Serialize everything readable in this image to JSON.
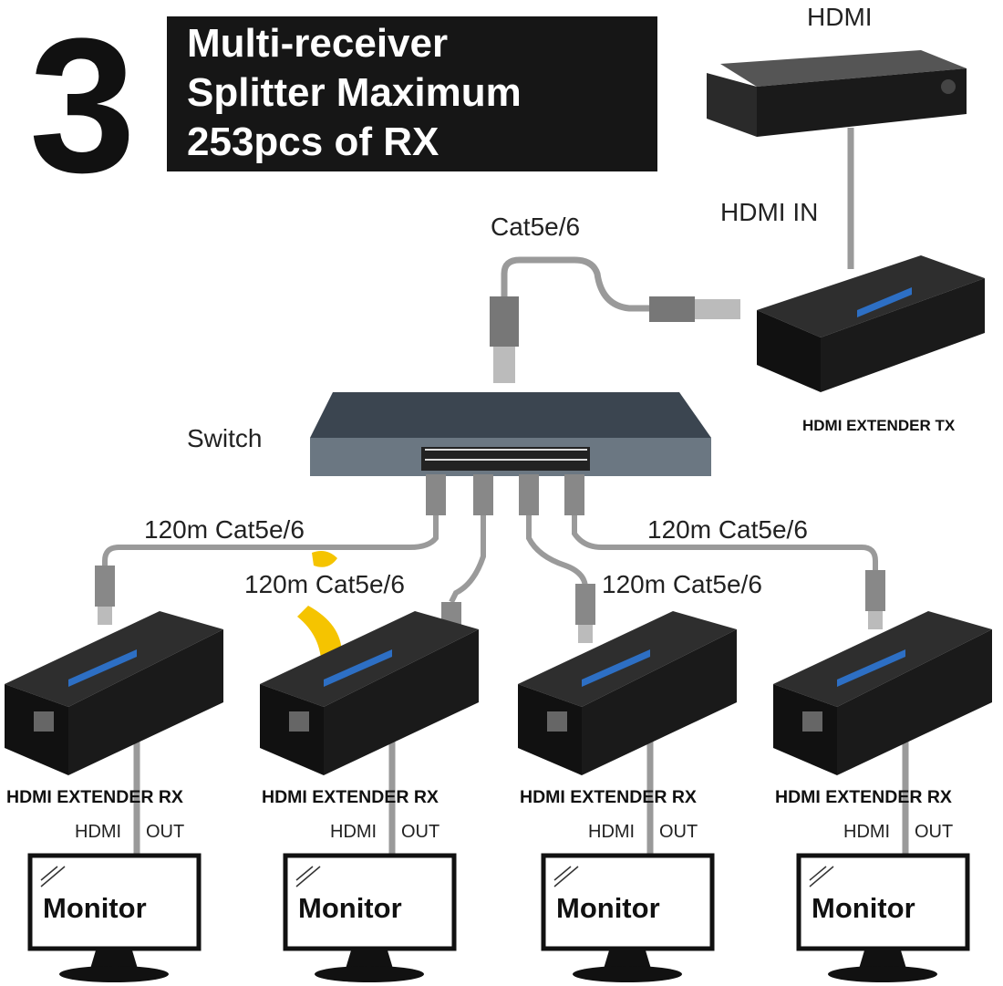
{
  "header": {
    "number": "3",
    "lines": [
      "Multi-receiver",
      "Splitter Maximum",
      "253pcs of RX"
    ]
  },
  "source": {
    "label": "HDMI",
    "input_label": "HDMI IN"
  },
  "tx": {
    "label": "HDMI EXTENDER TX",
    "cable_label": "Cat5e/6"
  },
  "switch": {
    "label": "Switch"
  },
  "receivers": [
    {
      "cable_label": "120m Cat5e/6",
      "label": "HDMI EXTENDER RX",
      "out_left": "HDMI",
      "out_right": "OUT",
      "monitor": "Monitor"
    },
    {
      "cable_label": "120m Cat5e/6",
      "label": "HDMI EXTENDER RX",
      "out_left": "HDMI",
      "out_right": "OUT",
      "monitor": "Monitor"
    },
    {
      "cable_label": "120m Cat5e/6",
      "label": "HDMI EXTENDER RX",
      "out_left": "HDMI",
      "out_right": "OUT",
      "monitor": "Monitor"
    },
    {
      "cable_label": "120m Cat5e/6",
      "label": "HDMI EXTENDER RX",
      "out_left": "HDMI",
      "out_right": "OUT",
      "monitor": "Monitor"
    }
  ],
  "colors": {
    "device": "#1c1c1c",
    "cable": "#9a9a9a",
    "switch": "#4a5560",
    "watermark": "#f5c400"
  }
}
